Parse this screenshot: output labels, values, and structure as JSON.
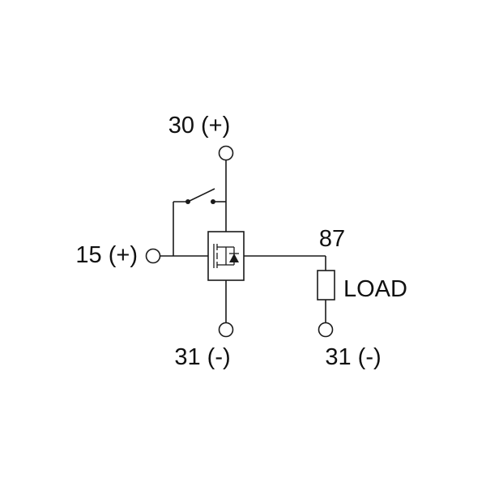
{
  "terminals": {
    "top": "30 (+)",
    "left": "15 (+)",
    "bottom_center": "31 (-)",
    "output": "87",
    "bottom_right": "31 (-)"
  },
  "load_label": "LOAD",
  "colors": {
    "line": "#1a1a1a",
    "background": "#ffffff"
  },
  "components": [
    "switch",
    "mosfet-with-diode",
    "load-resistor"
  ]
}
